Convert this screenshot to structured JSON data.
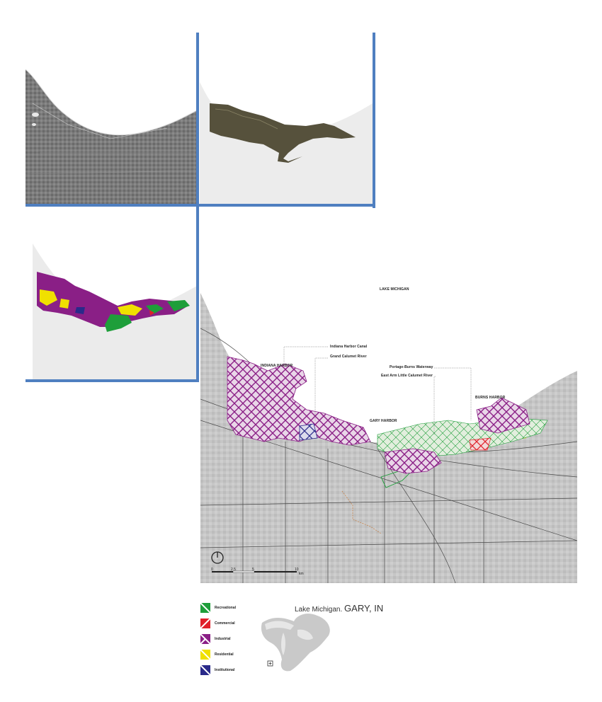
{
  "map": {
    "labels": {
      "lake": "LAKE MICHIGAN",
      "indiana_harbor": "INDIANA HARBOR",
      "indiana_harbor_canal": "Indiana Harbor Canal",
      "grand_calumet": "Grand Calumet River",
      "portage_burns": "Portage-Burns Waterway",
      "east_arm": "East Arm Little Calumet River",
      "burns_harbor": "BURNS HARBOR",
      "gary_harbor": "GARY HARBOR"
    },
    "scale": {
      "ticks": [
        "0",
        "2.5",
        "5",
        "10"
      ],
      "unit": "km"
    },
    "title": {
      "prefix": "Lake Michigan.",
      "place": "GARY, IN"
    }
  },
  "legend": [
    {
      "label": "Recreational",
      "color": "#1e9e3a"
    },
    {
      "label": "Commercial",
      "color": "#e0202a"
    },
    {
      "label": "Industrial",
      "color": "#8a1f86"
    },
    {
      "label": "Residential",
      "color": "#f0e000"
    },
    {
      "label": "Institutional",
      "color": "#2a2a8a"
    }
  ],
  "colors": {
    "frame": "#4f7fc0",
    "recreational": "#1e9e3a",
    "commercial": "#e0202a",
    "industrial": "#8a1f86",
    "residential": "#f0e000",
    "institutional": "#2a2a8a"
  }
}
